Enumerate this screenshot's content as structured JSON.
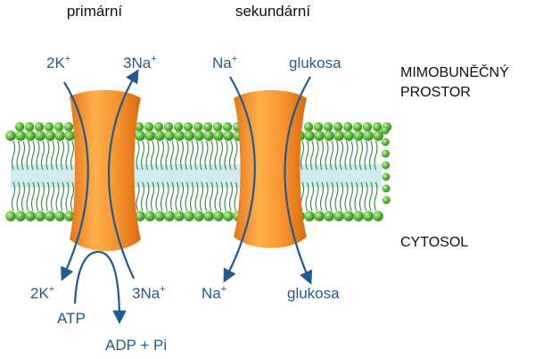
{
  "title_primary": "primární",
  "title_secondary": "sekundární",
  "primary_top_left": "2K",
  "primary_top_right": "3Na",
  "primary_bottom_left": "2K",
  "primary_bottom_right": "3Na",
  "secondary_top_left": "Na",
  "secondary_top_right": "glukosa",
  "secondary_bottom_left": "Na",
  "secondary_bottom_right": "glukosa",
  "superscript_plus": "+",
  "atp": "ATP",
  "adp": "ADP + Pi",
  "region_outside_line1": "MIMOBUNĚČNÝ",
  "region_outside_line2": "PROSTOR",
  "region_inside": "CYTOSOL",
  "colors": {
    "head": "#5ec23a",
    "tail": "#2f8a3a",
    "core": "#cfeaf0",
    "protein": "#f28c1e",
    "arrow": "#1f5a96"
  }
}
